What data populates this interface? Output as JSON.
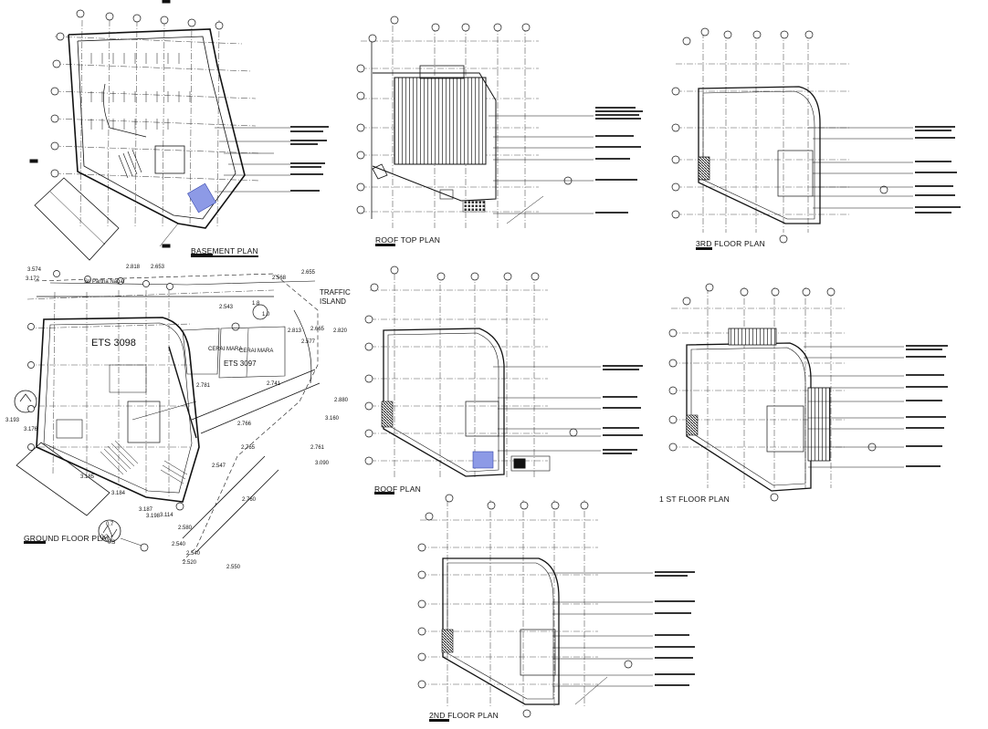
{
  "plans": {
    "basement": "BASEMENT PLAN",
    "roof_top": "ROOF TOP PLAN",
    "third_floor": "3RD FLOOR PLAN",
    "ground_floor": "GROUND FLOOR PLAN",
    "roof": "ROOF PLAN",
    "first_floor": "1 ST FLOOR PLAN",
    "second_floor": "2ND FLOOR PLAN"
  },
  "site": {
    "traffic_island": "TRAFFIC ISLAND",
    "road_name": "Sri Partha Nagar",
    "ets_3098": "ETS 3098",
    "ets_3097": "ETS 3097",
    "nagar": "CERAI MARA",
    "nagar2": "CERAI MARA",
    "lot_a": "1.8",
    "lot_b": "1.0",
    "circle_a": "0.7",
    "circle_b": "0.2",
    "circle_c": "0.3"
  },
  "levels": [
    "3.574",
    "3.172",
    "2.818",
    "2.653",
    "2.655",
    "2.568",
    "2.543",
    "2.813",
    "2.820",
    "2.577",
    "2.665",
    "2.880",
    "2.781",
    "3.193",
    "2.741",
    "3.160",
    "2.766",
    "2.765",
    "2.547",
    "2.761",
    "2.760",
    "3.187",
    "3.198",
    "2.540",
    "3.090",
    "3.176",
    "2.550",
    "2.540",
    "3.185",
    "3.184",
    "2.520",
    "3.114",
    "2.580"
  ]
}
